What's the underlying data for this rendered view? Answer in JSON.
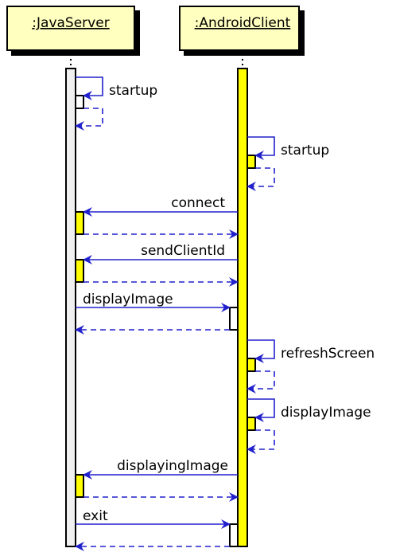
{
  "diagram": {
    "participants": [
      {
        "id": "java",
        "label": ":JavaServer"
      },
      {
        "id": "android",
        "label": ":AndroidClient"
      }
    ],
    "colors": {
      "arrow": "#2020cc",
      "activation_java": "#f0f0f0",
      "activation_android": "#ffff00",
      "activation_self": "#ffff00",
      "activation_plain": "#ffffff",
      "actor_fill": "#ffffc0"
    },
    "messages": [
      {
        "label": "startup",
        "from": "java",
        "to": "java",
        "kind": "self"
      },
      {
        "label": "startup",
        "from": "android",
        "to": "android",
        "kind": "self"
      },
      {
        "label": "connect",
        "from": "android",
        "to": "java",
        "kind": "call"
      },
      {
        "label": "sendClientId",
        "from": "android",
        "to": "java",
        "kind": "call"
      },
      {
        "label": "displayImage",
        "from": "java",
        "to": "android",
        "kind": "call"
      },
      {
        "label": "refreshScreen",
        "from": "android",
        "to": "android",
        "kind": "self"
      },
      {
        "label": "displayImage",
        "from": "android",
        "to": "android",
        "kind": "self"
      },
      {
        "label": "displayingImage",
        "from": "android",
        "to": "java",
        "kind": "call"
      },
      {
        "label": "exit",
        "from": "java",
        "to": "android",
        "kind": "call"
      }
    ]
  }
}
